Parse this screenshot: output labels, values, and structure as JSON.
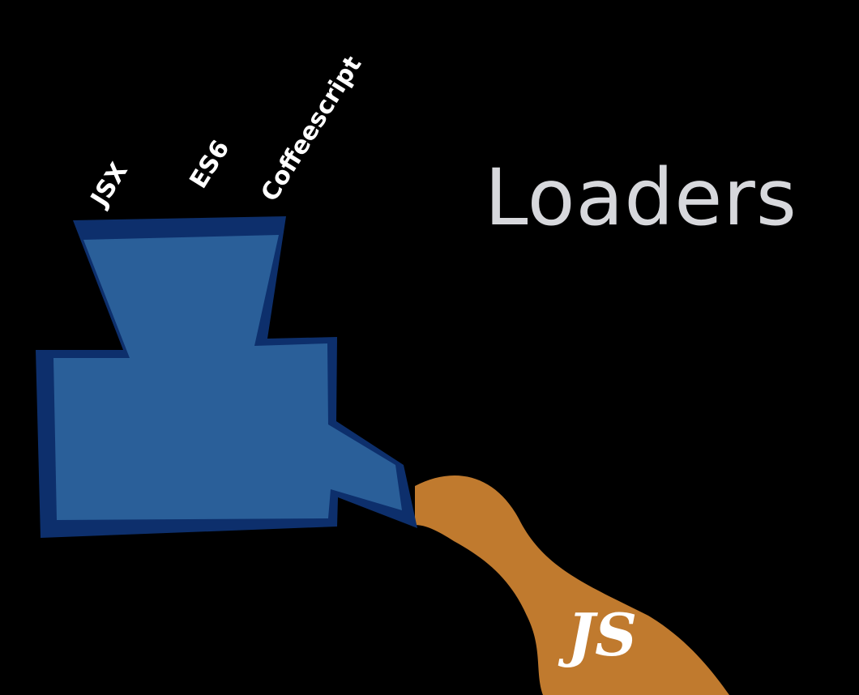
{
  "slide": {
    "title": "Loaders",
    "inputs": [
      "JSX",
      "ES6",
      "Coffeescript"
    ],
    "output": "JS"
  },
  "colors": {
    "background": "#000000",
    "title": "#d7d8dc",
    "machine_fill": "#2a5f99",
    "machine_outline": "#0d2f6c",
    "output_stream": "#c07a2e",
    "label_text": "#ffffff"
  },
  "icons": {
    "machine": "loader-machine-icon",
    "stream": "output-stream-icon"
  }
}
